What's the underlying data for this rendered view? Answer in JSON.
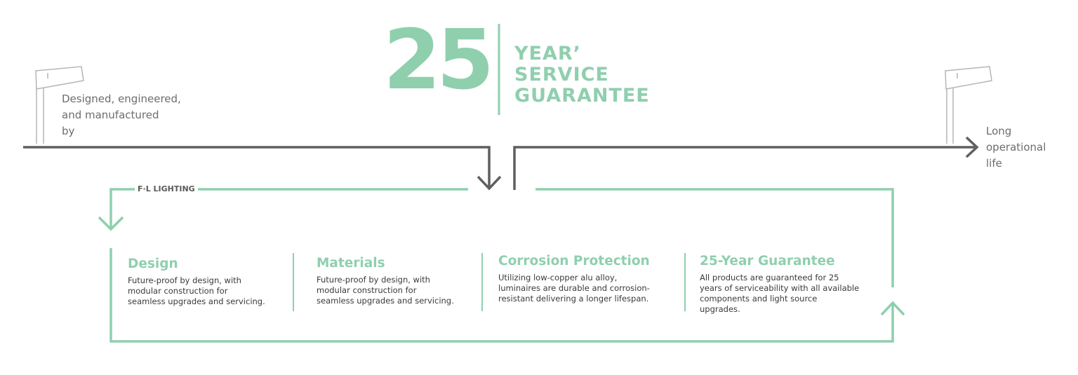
{
  "colors": {
    "accent": "#8fcfae",
    "timeline": "#5f5f5f",
    "pole": "#b5b5b5"
  },
  "hero": {
    "number": "25",
    "line1": "YEAR’",
    "line2": "SERVICE",
    "line3": "GUARANTEE"
  },
  "left_caption": {
    "line1": "Designed, engineered,",
    "line2": "and manufactured",
    "line3": "by"
  },
  "right_caption": {
    "line1": "Long",
    "line2": "operational",
    "line3": "life"
  },
  "brand": "F·L LIGHTING",
  "icons": [
    "street-light-icon",
    "arrow-right-icon",
    "arrow-down-icon",
    "arrow-up-icon"
  ],
  "features": [
    {
      "title": "Design",
      "line1": "Future-proof by design, with",
      "line2": "modular construction for",
      "line3": "seamless upgrades and servicing.",
      "line4": ""
    },
    {
      "title": "Materials",
      "line1": "Future-proof by design, with",
      "line2": "modular construction for",
      "line3": "seamless upgrades and servicing.",
      "line4": ""
    },
    {
      "title": "Corrosion Protection",
      "line1": "Utilizing low-copper alu alloy,",
      "line2": "luminaires are durable and corrosion-",
      "line3": "resistant delivering a longer lifespan.",
      "line4": ""
    },
    {
      "title": "25-Year Guarantee",
      "line1": "All products are guaranteed for 25",
      "line2": "years of serviceability with all available",
      "line3": "components and light source",
      "line4": "upgrades."
    }
  ]
}
